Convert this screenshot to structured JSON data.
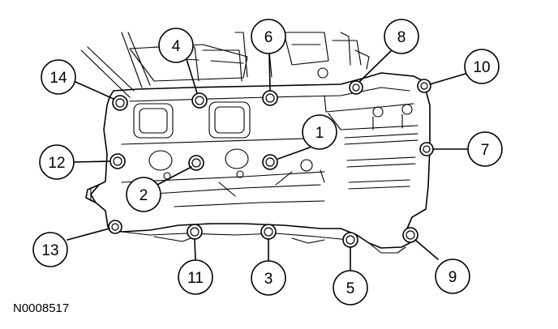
{
  "figure_code": "N0008517",
  "callouts": [
    {
      "label": "1"
    },
    {
      "label": "2"
    },
    {
      "label": "3"
    },
    {
      "label": "4"
    },
    {
      "label": "5"
    },
    {
      "label": "6"
    },
    {
      "label": "7"
    },
    {
      "label": "8"
    },
    {
      "label": "9"
    },
    {
      "label": "10"
    },
    {
      "label": "11"
    },
    {
      "label": "12"
    },
    {
      "label": "13"
    },
    {
      "label": "14"
    }
  ]
}
